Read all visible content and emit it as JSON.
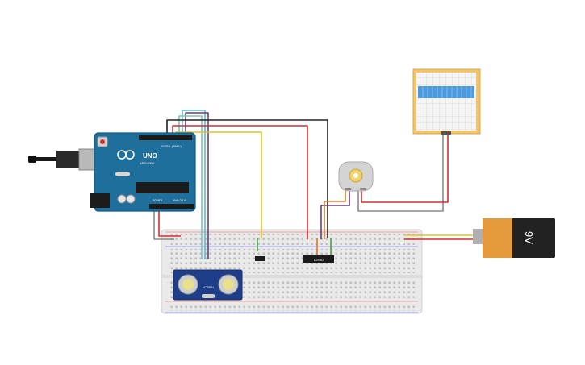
{
  "arduino": {
    "brand": "UNO",
    "logo_text": "ARDUINO",
    "header_digital": "DIGITAL (PWM~)",
    "header_power": "POWER",
    "header_analog": "ANALOG IN"
  },
  "battery": {
    "label": "9V"
  },
  "driver_chip": {
    "label": "L298D"
  },
  "ultrasonic": {
    "label": "HC-SR04"
  },
  "colors": {
    "wire_red": "#d62d2d",
    "wire_black": "#222222",
    "wire_yellow": "#e8c21a",
    "wire_purple": "#6a3d7a",
    "wire_cyan": "#59b9d6",
    "wire_gray": "#8a8a8a",
    "wire_orange": "#e07b24",
    "wire_green": "#4aa33b",
    "arduino_blue": "#1f6f9c",
    "scope_frame": "#f2c46b",
    "scope_wave": "#3a8fd8",
    "battery_body": "#222222",
    "battery_label": "#e59a3c"
  }
}
